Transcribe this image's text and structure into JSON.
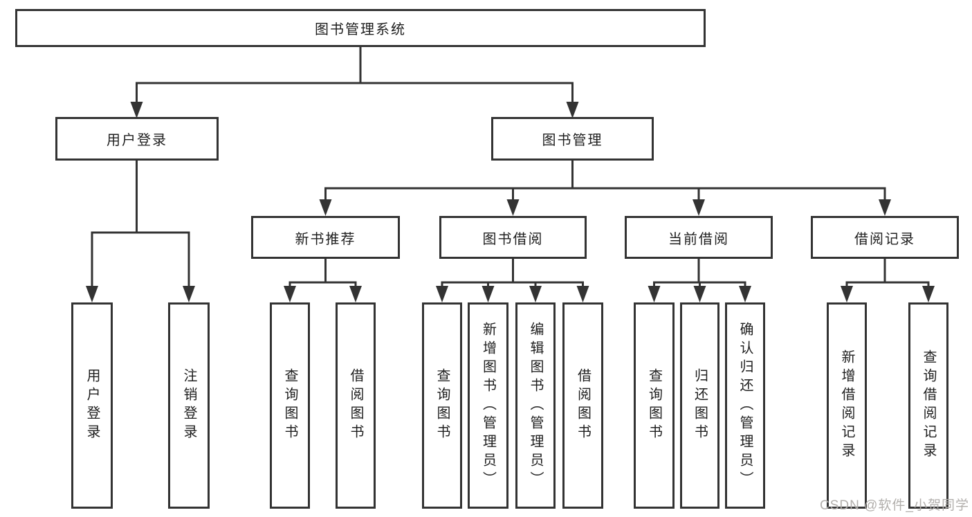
{
  "colors": {
    "line": "#333333",
    "text": "#1e1e1e",
    "background": "#ffffff",
    "watermark": "#b2afac"
  },
  "watermark": {
    "text": "CSDN @软件_小贺同学"
  },
  "tree": {
    "root": {
      "label": "图书管理系统"
    },
    "children": [
      {
        "label": "用户登录",
        "children": [
          {
            "label": "用户登录"
          },
          {
            "label": "注销登录"
          }
        ]
      },
      {
        "label": "图书管理",
        "children": [
          {
            "label": "新书推荐",
            "children": [
              {
                "label": "查询图书"
              },
              {
                "label": "借阅图书"
              }
            ]
          },
          {
            "label": "图书借阅",
            "children": [
              {
                "label": "查询图书"
              },
              {
                "label": "新增图书（管理员）"
              },
              {
                "label": "编辑图书（管理员）"
              },
              {
                "label": "借阅图书"
              }
            ]
          },
          {
            "label": "当前借阅",
            "children": [
              {
                "label": "查询图书"
              },
              {
                "label": "归还图书"
              },
              {
                "label": "确认归还（管理员）"
              }
            ]
          },
          {
            "label": "借阅记录",
            "children": [
              {
                "label": "新增借阅记录"
              },
              {
                "label": "查询借阅记录"
              }
            ]
          }
        ]
      }
    ]
  }
}
